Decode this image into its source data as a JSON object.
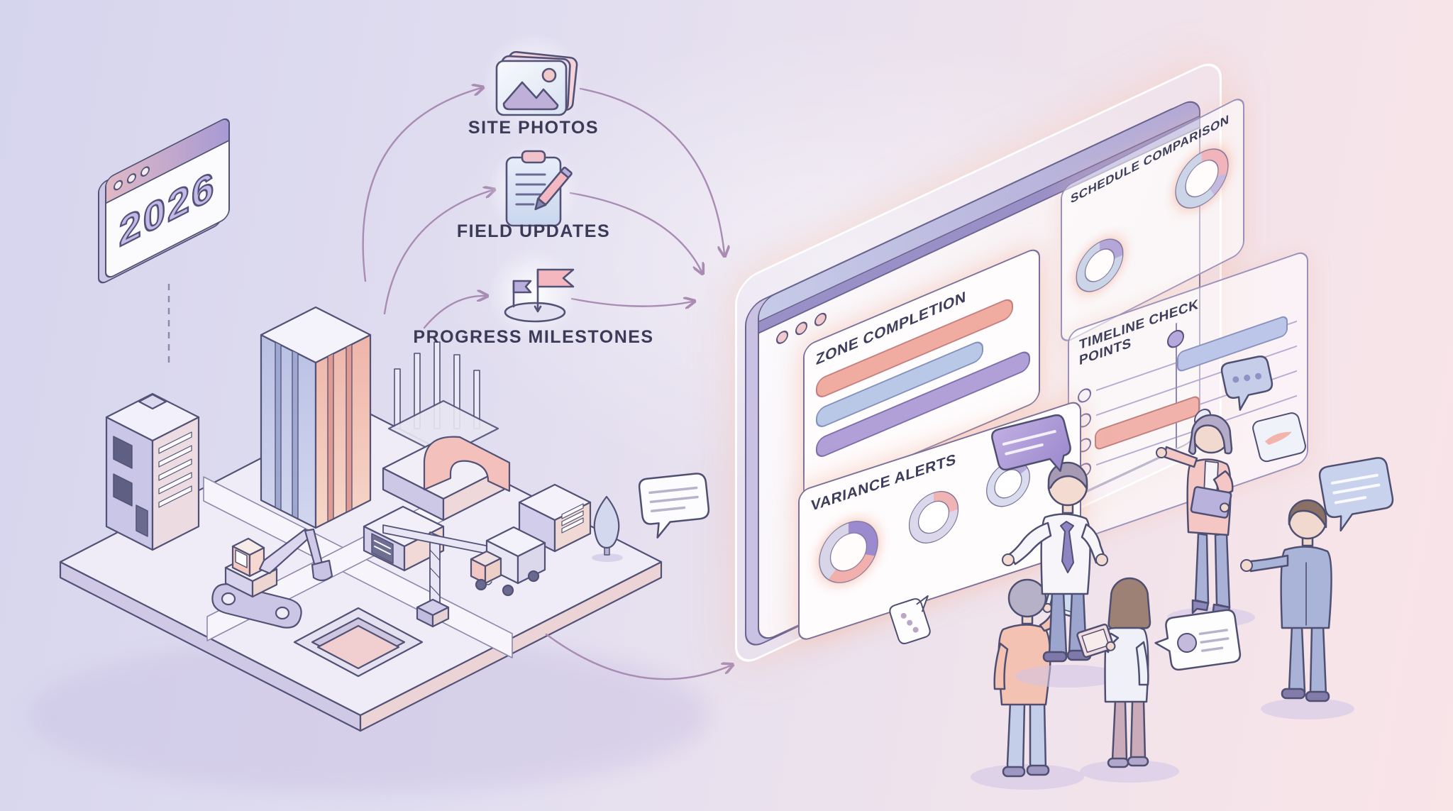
{
  "year_badge": {
    "label": "2026"
  },
  "inputs": [
    {
      "label": "SITE PHOTOS",
      "icon": "stacked-photos-icon"
    },
    {
      "label": "FIELD UPDATES",
      "icon": "clipboard-pencil-icon"
    },
    {
      "label": "PROGRESS MILESTONES",
      "icon": "milestone-flags-icon"
    }
  ],
  "dashboard": {
    "panels": {
      "zone_completion": {
        "title": "ZONE COMPLETION",
        "type": "bar",
        "bars": [
          {
            "name": "zone-a",
            "color": "#f1aca2",
            "border": "#c57f7f",
            "value": 92
          },
          {
            "name": "zone-b",
            "color": "#b9c8e6",
            "border": "#8391bd",
            "value": 78
          },
          {
            "name": "zone-c",
            "color": "#b19fd8",
            "border": "#7e6fa8",
            "value": 100
          }
        ]
      },
      "schedule_comparison": {
        "title": "SCHEDULE COMPARISON",
        "type": "donut",
        "donuts": [
          {
            "name": "planned",
            "base": "#ccd4e8",
            "segments": [
              {
                "color": "#b4a6d8",
                "pct": 26
              }
            ]
          },
          {
            "name": "actual",
            "base": "#ccd4e8",
            "segments": [
              {
                "color": "#f0b4ba",
                "pct": 30
              },
              {
                "color": "#c4bae0",
                "pct": 12
              }
            ]
          }
        ]
      },
      "timeline_checkpoints": {
        "title_line1": "TIMELINE CHECK",
        "title_line2": "POINTS",
        "checkpoint_count": 4,
        "bars": [
          {
            "name": "phase-early",
            "color": "#bcc6e8",
            "border": "#8a92c0"
          },
          {
            "name": "phase-late",
            "color": "#f0b2aa",
            "border": "#c07f7c"
          }
        ]
      },
      "variance_alerts": {
        "title": "VARIANCE ALERTS",
        "type": "donut",
        "donuts": [
          {
            "name": "alert-1",
            "base": "#d9d5e8",
            "segments": [
              {
                "color": "#9c8ace",
                "pct": 32
              },
              {
                "color": "#f2b0ac",
                "pct": 30
              }
            ]
          },
          {
            "name": "alert-2",
            "base": "#dcd8ec",
            "segments": [
              {
                "color": "#f0b4b4",
                "pct": 25
              }
            ]
          },
          {
            "name": "alert-3",
            "base": "#d8dcec",
            "segments": [
              {
                "color": "#b6aada",
                "pct": 18
              }
            ]
          }
        ]
      }
    }
  },
  "figures": [
    "man-holding-tablet",
    "man-presenting-shirt-tie",
    "woman-holding-tablet",
    "woman-presenting-clipboard",
    "man-in-suit-gesturing"
  ],
  "speech_bubbles": [
    "purple-message-bubble",
    "typing-dots-bubble",
    "pink-sketch-card",
    "blue-message-bubble",
    "note-bubble-right",
    "note-bubble-left",
    "small-typing-bubble"
  ],
  "colors": {
    "background_left": "#d7d6ee",
    "background_right": "#f9e4e8",
    "outline": "#525276",
    "accent_salmon": "#f1aca2",
    "accent_blue": "#b9c8e6",
    "accent_purple": "#b19fd8",
    "arrow": "#a98cb3",
    "glow": "#f6c4b0"
  }
}
